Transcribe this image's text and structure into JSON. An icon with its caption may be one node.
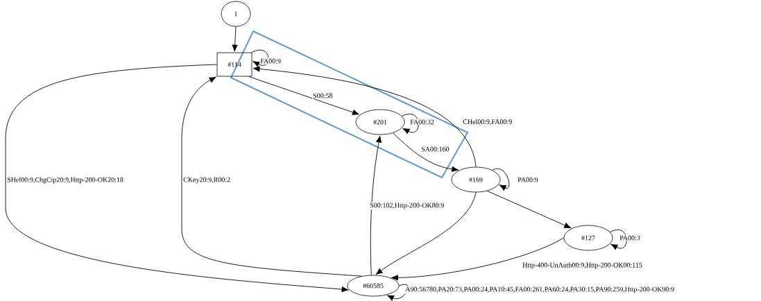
{
  "diagram": {
    "nodes": [
      {
        "text": [
          "I"
        ]
      },
      {
        "text": [
          "#114"
        ]
      },
      {
        "text": [
          "#201"
        ]
      },
      {
        "text": [
          "#169"
        ]
      },
      {
        "text": [
          "#127"
        ]
      },
      {
        "text": [
          "#60585"
        ]
      }
    ],
    "edges": [
      {
        "from": 0,
        "to": 1,
        "arrow": "to"
      },
      {
        "from": 1,
        "to": 1,
        "arrow": "to",
        "label": "FA00:9"
      },
      {
        "from": 1,
        "to": 2,
        "arrow": "to",
        "label": "S00:58"
      },
      {
        "from": 3,
        "to": 1,
        "arrow": "to",
        "label": "CHel00:9,FA00:9"
      },
      {
        "from": 2,
        "to": 2,
        "arrow": "to",
        "label": "FA00:32"
      },
      {
        "from": 2,
        "to": 3,
        "arrow": "to",
        "label": "SA00:160"
      },
      {
        "from": 3,
        "to": 3,
        "arrow": "to",
        "label": "PA00:9"
      },
      {
        "from": 3,
        "to": 4,
        "arrow": "to"
      },
      {
        "from": 3,
        "to": 5,
        "arrow": "to"
      },
      {
        "from": 4,
        "to": 4,
        "arrow": "to",
        "label": "PA00:3"
      },
      {
        "from": 4,
        "to": 5,
        "arrow": "to",
        "label": "Http-400-UnAuth00:9,Http-200-OK00:115"
      },
      {
        "from": 5,
        "to": 5,
        "arrow": "to",
        "label": "A90:56780,PA20:73,PA00:24,PA10:45,FA00:261,PA60:24,PA30:15,PA90:259,Http-200-OK90:9"
      },
      {
        "from": 5,
        "to": 2,
        "arrow": "to",
        "label": "S00:102,Http-200-OK80:9"
      },
      {
        "from": 5,
        "to": 1,
        "arrow": "to",
        "label": "CKey20:9,R00:2"
      },
      {
        "from": 1,
        "to": 5,
        "arrow": "to",
        "label": "SHel00:9,ChgCip20:9,Http-200-OK20:18"
      }
    ]
  }
}
